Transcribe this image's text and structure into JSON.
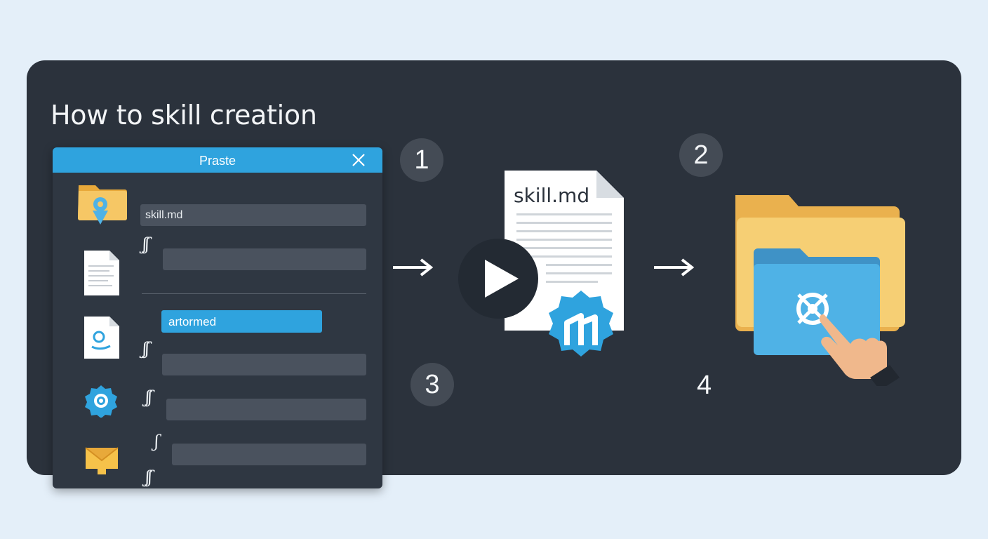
{
  "title": "How to skill creation",
  "dialog": {
    "title": "Praste",
    "fields": [
      {
        "text": "skill.md"
      },
      {
        "text": ""
      },
      {
        "text": "artormed",
        "selected": true
      },
      {
        "text": ""
      },
      {
        "text": ""
      },
      {
        "text": ""
      }
    ],
    "squiggles": [
      "ʃʃ",
      "ʃʃ",
      "ʃʃ",
      "ʃ",
      "ʃʃ"
    ]
  },
  "steps": [
    "1",
    "2",
    "3",
    "4"
  ],
  "document": {
    "title": "skill.md"
  },
  "colors": {
    "accent": "#2fa3de",
    "card": "#2b323c",
    "folder_yellow": "#f6c765",
    "folder_blue": "#4fb2e6"
  },
  "icons": [
    "folder-pin-icon",
    "document-icon",
    "amazon-document-icon",
    "gear-badge-icon",
    "envelope-icon",
    "close-icon",
    "play-icon",
    "folder-icon",
    "crosshair-icon",
    "hand-pointer-icon",
    "arrow-right-icon"
  ]
}
